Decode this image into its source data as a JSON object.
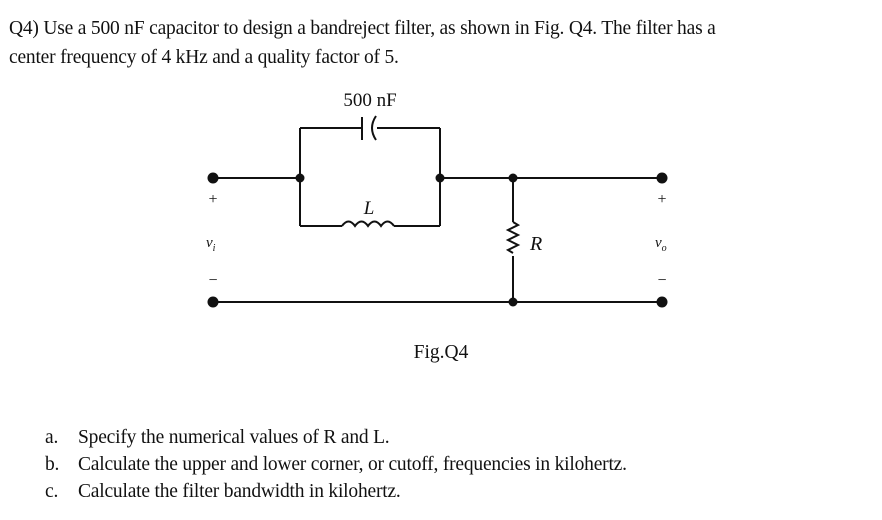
{
  "question": {
    "line1": "Q4) Use a 500 nF capacitor to design a bandreject filter, as shown in Fig. Q4. The filter has a",
    "line2": "center frequency of 4 kHz and a quality factor of 5."
  },
  "figure": {
    "capacitor_label": "500 nF",
    "inductor_label": "L",
    "resistor_label": "R",
    "input_plus": "+",
    "input_minus": "−",
    "input_label": "v",
    "input_sub": "i",
    "output_plus": "+",
    "output_minus": "−",
    "output_label": "v",
    "output_sub": "o",
    "caption": "Fig.Q4"
  },
  "parts": [
    {
      "marker": "a.",
      "text": "Specify the numerical values of R and L."
    },
    {
      "marker": "b.",
      "text": "Calculate the upper and lower corner, or cutoff, frequencies in kilohertz."
    },
    {
      "marker": "c.",
      "text": "Calculate the filter bandwidth in kilohertz."
    }
  ]
}
